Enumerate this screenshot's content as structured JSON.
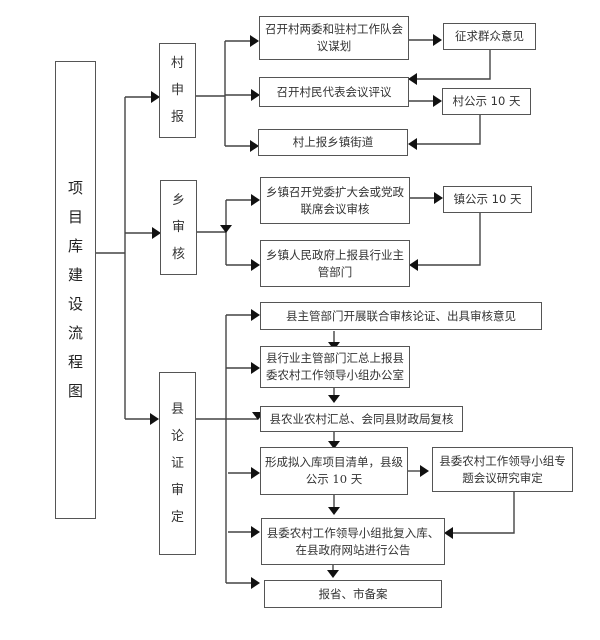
{
  "title": "项目库建设流程图",
  "title_chars": [
    "项",
    "目",
    "库",
    "建",
    "设",
    "流",
    "程",
    "图"
  ],
  "stages": [
    {
      "id": "village",
      "label": "村申报",
      "chars": [
        "村",
        "申",
        "报"
      ],
      "steps": [
        {
          "id": "v1",
          "text": "召开村两委和驻村工作队会议谋划"
        },
        {
          "id": "v1s",
          "text": "征求群众意见"
        },
        {
          "id": "v2",
          "text": "召开村民代表会议评议"
        },
        {
          "id": "v2s",
          "text": "村公示 10 天"
        },
        {
          "id": "v3",
          "text": "村上报乡镇街道"
        }
      ]
    },
    {
      "id": "township",
      "label": "乡审核",
      "chars": [
        "乡",
        "审",
        "核"
      ],
      "steps": [
        {
          "id": "t1",
          "text": "乡镇召开党委扩大会或党政联席会议审核"
        },
        {
          "id": "t1s",
          "text": "镇公示 10 天"
        },
        {
          "id": "t2",
          "text": "乡镇人民政府上报县行业主管部门"
        }
      ]
    },
    {
      "id": "county",
      "label": "县论证审定",
      "chars": [
        "县",
        "论",
        "证",
        "审",
        "定"
      ],
      "steps": [
        {
          "id": "c1",
          "text": "县主管部门开展联合审核论证、出具审核意见"
        },
        {
          "id": "c2",
          "text": "县行业主管部门汇总上报县委农村工作领导小组办公室"
        },
        {
          "id": "c3",
          "text": "县农业农村汇总、会同县财政局复核"
        },
        {
          "id": "c4",
          "text": "形成拟入库项目清单，县级公示 10 天"
        },
        {
          "id": "c4s",
          "text": "县委农村工作领导小组专题会议研究审定"
        },
        {
          "id": "c5",
          "text": "县委农村工作领导小组批复入库、在县政府网站进行公告"
        },
        {
          "id": "c6",
          "text": "报省、市备案"
        }
      ]
    }
  ]
}
